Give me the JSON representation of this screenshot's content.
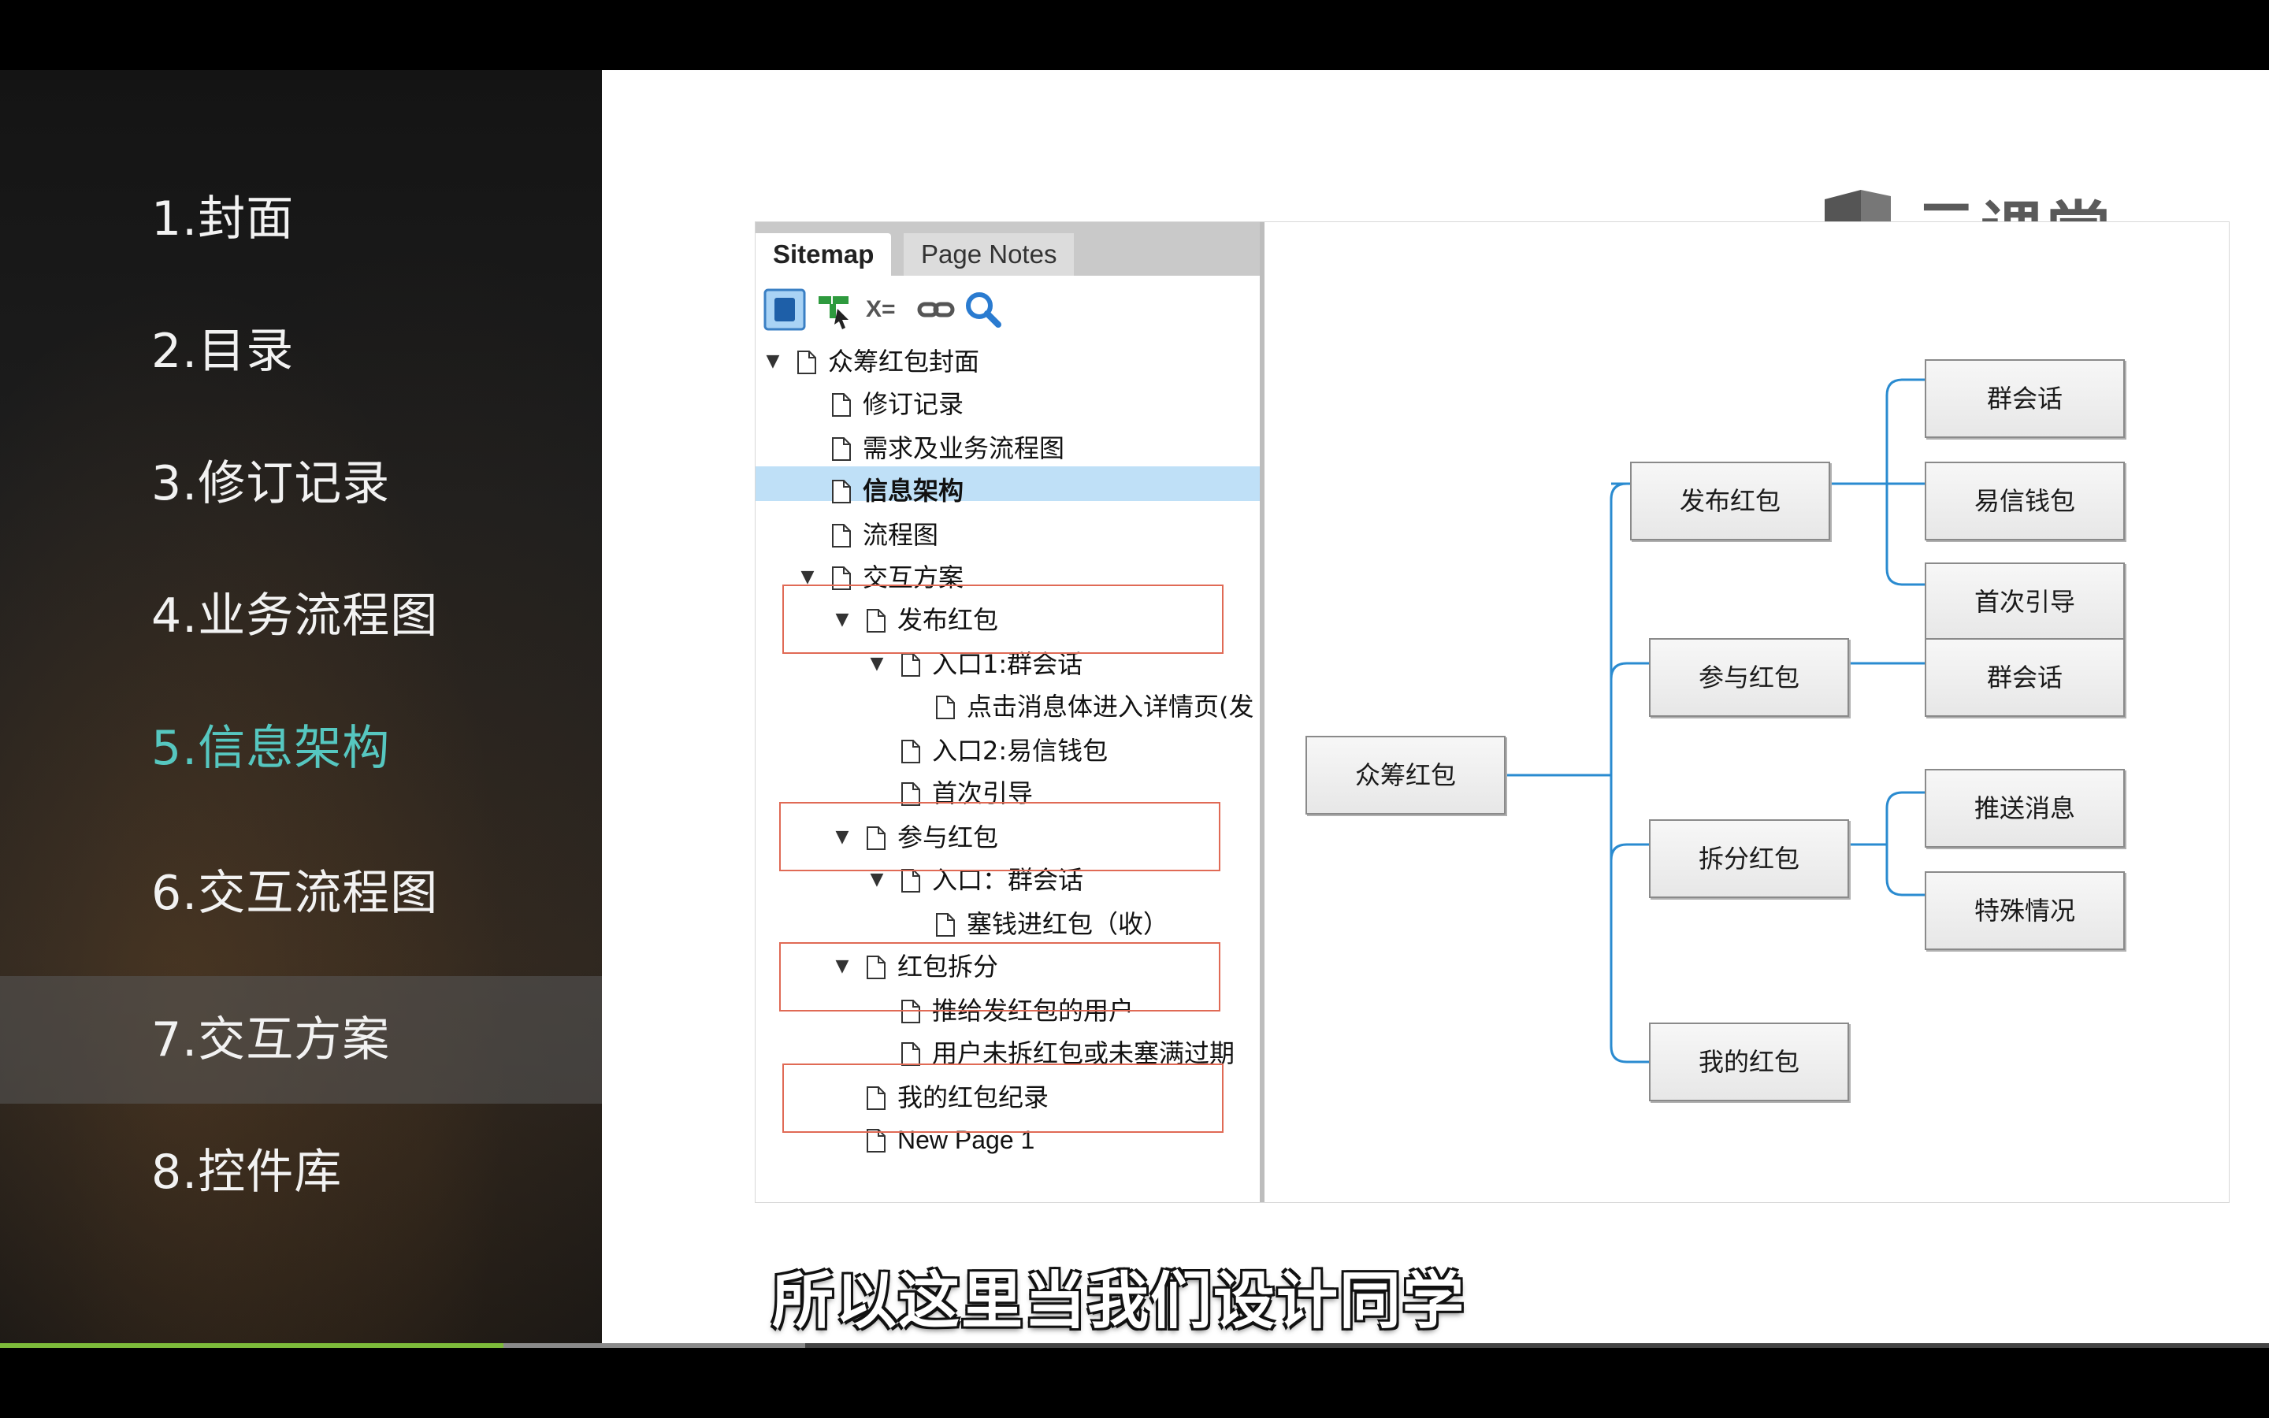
{
  "menu": {
    "items": [
      {
        "label": "1.封面"
      },
      {
        "label": "2.目录"
      },
      {
        "label": "3.修订记录"
      },
      {
        "label": "4.业务流程图"
      },
      {
        "label": "5.信息架构"
      },
      {
        "label": "6.交互流程图"
      },
      {
        "label": "7.交互方案"
      },
      {
        "label": "8.控件库"
      }
    ],
    "active_index": 4,
    "active_color": "#56c7c0",
    "hover_index": 6
  },
  "logo": {
    "text": "云课堂",
    "icon": "book-chat-icon"
  },
  "axure": {
    "tabs": {
      "sitemap": "Sitemap",
      "page_notes": "Page Notes"
    },
    "toolbar": [
      {
        "icon": "add-page-icon"
      },
      {
        "icon": "add-folder-icon"
      },
      {
        "icon": "variables-icon",
        "label": "X="
      },
      {
        "icon": "link-icon"
      },
      {
        "icon": "search-icon"
      }
    ],
    "tree": [
      {
        "label": "众筹红包封面",
        "caret": "▼"
      },
      {
        "label": "修订记录",
        "caret": ""
      },
      {
        "label": "需求及业务流程图",
        "caret": ""
      },
      {
        "label": "信息架构",
        "caret": "",
        "selected": true
      },
      {
        "label": "流程图",
        "caret": ""
      },
      {
        "label": "交互方案",
        "caret": "▼"
      },
      {
        "label": "发布红包",
        "caret": "▼"
      },
      {
        "label": "入口1:群会话",
        "caret": "▼"
      },
      {
        "label": "点击消息体进入详情页(发",
        "caret": ""
      },
      {
        "label": "入口2:易信钱包",
        "caret": ""
      },
      {
        "label": "首次引导",
        "caret": ""
      },
      {
        "label": "参与红包",
        "caret": "▼"
      },
      {
        "label": "入口：群会话",
        "caret": "▼"
      },
      {
        "label": "塞钱进红包（收）",
        "caret": ""
      },
      {
        "label": "红包拆分",
        "caret": "▼"
      },
      {
        "label": "推给发红包的用户",
        "caret": ""
      },
      {
        "label": "用户未拆红包或未塞满过期",
        "caret": ""
      },
      {
        "label": "我的红包纪录",
        "caret": ""
      },
      {
        "label": "New Page 1",
        "caret": ""
      }
    ],
    "diagram": {
      "root": "众筹红包",
      "level1": [
        "发布红包",
        "参与红包",
        "拆分红包",
        "我的红包"
      ],
      "level2": {
        "publish": [
          "群会话",
          "易信钱包",
          "首次引导"
        ],
        "join": [
          "群会话"
        ],
        "split": [
          "推送消息",
          "特殊情况"
        ]
      },
      "line_color": "#2a8bd0"
    }
  },
  "subtitle": "所以这里当我们设计同学",
  "progress": {
    "played": 0.222,
    "buffered": 0.355
  }
}
